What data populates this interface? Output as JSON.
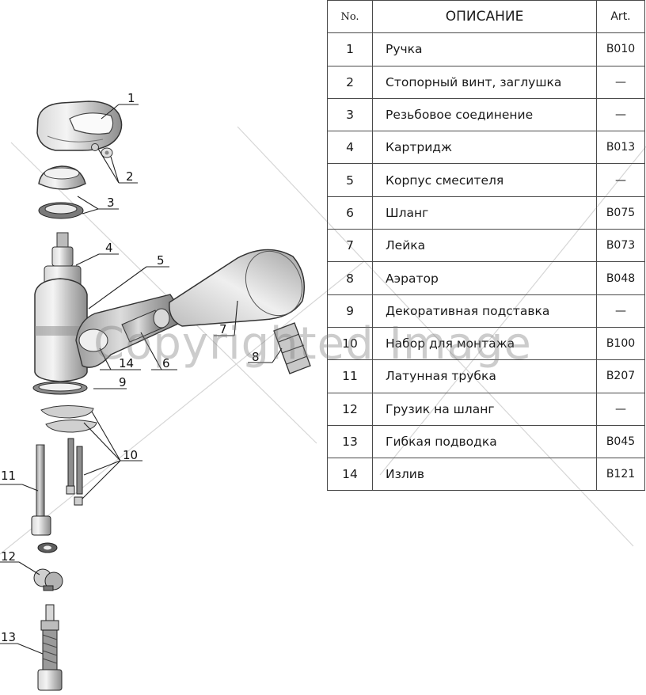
{
  "table": {
    "headers": {
      "no": "No.",
      "description": "ОПИСАНИЕ",
      "art": "Art."
    },
    "rows": [
      {
        "no": "1",
        "description": "Ручка",
        "art": "B010"
      },
      {
        "no": "2",
        "description": "Стопорный винт, заглушка",
        "art": "—"
      },
      {
        "no": "3",
        "description": "Резьбовое соединение",
        "art": "—"
      },
      {
        "no": "4",
        "description": "Картридж",
        "art": "B013"
      },
      {
        "no": "5",
        "description": "Корпус смесителя",
        "art": "—"
      },
      {
        "no": "6",
        "description": "Шланг",
        "art": "B075"
      },
      {
        "no": "7",
        "description": "Лейка",
        "art": "B073"
      },
      {
        "no": "8",
        "description": "Аэратор",
        "art": "B048"
      },
      {
        "no": "9",
        "description": "Декоративная подставка",
        "art": "—"
      },
      {
        "no": "10",
        "description": "Набор для монтажа",
        "art": "B100"
      },
      {
        "no": "11",
        "description": "Латунная трубка",
        "art": "B207"
      },
      {
        "no": "12",
        "description": "Грузик на шланг",
        "art": "—"
      },
      {
        "no": "13",
        "description": "Гибкая подводка",
        "art": "B045"
      },
      {
        "no": "14",
        "description": "Излив",
        "art": "B121"
      }
    ]
  },
  "callouts": {
    "c1": "1",
    "c2": "2",
    "c3": "3",
    "c4": "4",
    "c5": "5",
    "c6": "6",
    "c7": "7",
    "c8": "8",
    "c9": "9",
    "c10": "10",
    "c11": "11",
    "c12": "12",
    "c13": "13",
    "c14": "14"
  },
  "watermark": "Copyrighted Image"
}
